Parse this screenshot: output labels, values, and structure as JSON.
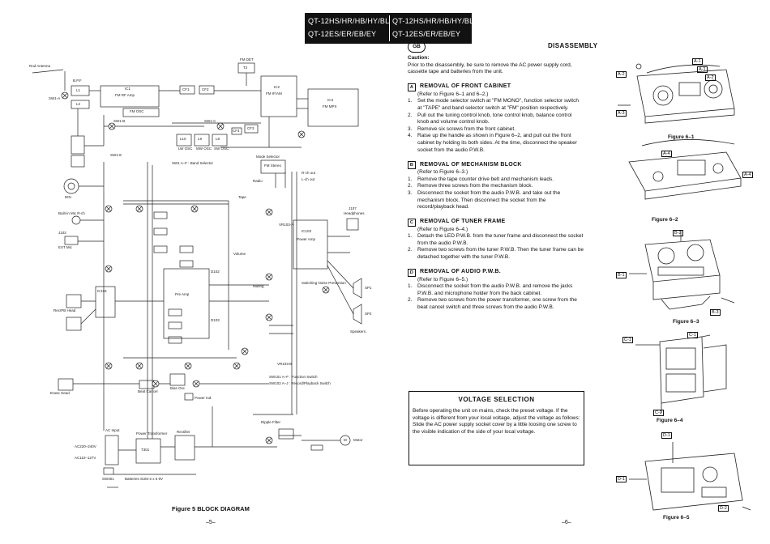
{
  "header": {
    "models_left_1": "QT-12HS/HR/HB/HY/BL",
    "models_left_2": "QT-12ES/ER/EB/EY",
    "models_right_1": "QT-12HS/HR/HB/HY/BL",
    "models_right_2": "QT-12ES/ER/EB/EY"
  },
  "block_diagram": {
    "caption": "Figure 5 BLOCK DIAGRAM",
    "page_number": "–5–",
    "labels": {
      "rod_antenna": "Rod Antenna",
      "bpf": "B.P.F",
      "l1": "L1",
      "l2": "L2",
      "ic1": "IC1",
      "fm_rf_amp": "FM RF Amp",
      "fm_osc": "FM OSC",
      "fm_det": "FM DET",
      "t2": "T2",
      "ic2": "IC2",
      "fm_if_am": "FM IF/AM",
      "ic3": "IC3",
      "fm_mpx": "FM MPX",
      "cf1": "CF1",
      "cf2": "CF2",
      "cf3": "CF3",
      "cf4": "CF4",
      "sw1a": "SW1-A",
      "sw1b": "SW1-B",
      "sw1c": "SW1-C",
      "sw1e": "SW1-E",
      "l10": "L10",
      "l9": "L9",
      "l8": "L8",
      "lw_osc": "LW OSC",
      "mw_osc": "MW OSC",
      "sw_osc": "SW OSC",
      "band_selector": "SW1 A–F : Band Selector",
      "mode_selector": "Mode Selector",
      "fm_stereo": "FM Stereo",
      "r_ch_out": "R-ch out",
      "l_ch_out": "L-ch out",
      "tape": "Tape",
      "radio": "Radio",
      "din": "DIN",
      "built_in_mic_r": "Built-in Mic R-ch",
      "ext_mic": "EXT Mic",
      "j102": "J102",
      "erase_head": "Erase Head",
      "rec_pb_head": "Rec/PB Head",
      "ic101": "IC101",
      "pre_amp": "Pre Amp",
      "ic103": "IC103",
      "power_amp": "Power Amp",
      "j107": "J107",
      "headphones": "Headphones",
      "speakers": "Speakers",
      "sp1": "SP1",
      "sp2": "SP2",
      "volume": "Volume",
      "vr103a": "VR103-A",
      "vr103b": "VR103-B",
      "muting": "Muting",
      "switching_noise_prevention": "Switching Noise Prevention",
      "beat_cancel": "Beat Cancel",
      "bias_osc": "Bias Osc",
      "sw101": "SW101 A–F : Function Switch",
      "sw102": "SW102 A–J : Record/Playback Switch",
      "ac_input": "AC Input",
      "power_transformer": "Power Transformer",
      "t301": "T301",
      "rectifier": "Rectifier",
      "ac_220_240": "AC220–240V",
      "ac_110_127": "AC110–127V",
      "sw301": "SW301",
      "batteries": "Batteries SUM-2 x 6 9V",
      "ripple_filter": "Ripple Filter",
      "motor": "Motor",
      "m": "M",
      "d102": "D102",
      "d103": "D103",
      "power_ind": "Power Ind."
    }
  },
  "disassembly": {
    "gb_badge": "GB",
    "title": "DISASSEMBLY",
    "caution_heading": "Caution:",
    "caution_text": "Prior to the disassembly, be sure to remove the AC power supply cord, cassette tape and batteries from the unit.",
    "sections": [
      {
        "letter": "A",
        "heading": "REMOVAL OF FRONT CABINET",
        "ref": "(Refer to Figure 6–1 and 6–2.)",
        "steps": [
          {
            "n": "1.",
            "t": "Set the mode selector switch at \"FM MONO\", function selector switch at \"TAPE\" and band selector switch at \"FM\" position respectively."
          },
          {
            "n": "2.",
            "t": "Pull out the tuning control knob, tone control knob, balance control knob and volume control knob."
          },
          {
            "n": "3.",
            "t": "Remove six screws from the front cabinet."
          },
          {
            "n": "4.",
            "t": "Raise up the handle as shown in Figure 6–2, and pull out the front cabinet by holding its both sides. At the time, disconnect the speaker socket from the audio P.W.B."
          }
        ]
      },
      {
        "letter": "B",
        "heading": "REMOVAL OF MECHANISM BLOCK",
        "ref": "(Refer to Figure 6–3.)",
        "steps": [
          {
            "n": "1.",
            "t": "Remove the tape counter drive belt and mechanism leads."
          },
          {
            "n": "2.",
            "t": "Remove three screws from the mechanism block."
          },
          {
            "n": "3.",
            "t": "Disconnect the socket from the audio P.W.B. and take out the mechanism block. Then disconnect the socket from the record/playback head."
          }
        ]
      },
      {
        "letter": "C",
        "heading": "REMOVAL OF TUNER FRAME",
        "ref": "(Refer to Figure 6–4.)",
        "steps": [
          {
            "n": "1.",
            "t": "Detach the LED P.W.B. from the tuner frame and disconnect the socket from the audio P.W.B."
          },
          {
            "n": "2.",
            "t": "Remove two screws from the tuner P.W.B. Then the tuner frame can be detached together with the tuner P.W.B."
          }
        ]
      },
      {
        "letter": "D",
        "heading": "REMOVAL OF AUDIO P.W.B.",
        "ref": "(Refer to Figure 6–5.)",
        "steps": [
          {
            "n": "1.",
            "t": "Disconnect the socket from the audio P.W.B. and remove the jacks P.W.B. and microphone holder from the back cabinet."
          },
          {
            "n": "2.",
            "t": "Remove two screws from the power transformer, one screw from the beat cancel switch and three screws from the audio P.W.B."
          }
        ]
      }
    ],
    "page_number": "–6–"
  },
  "voltage_selection": {
    "title": "VOLTAGE SELECTION",
    "body": "Before operating the unit on mains, check the preset voltage. If the voltage is different from your local voltage, adjust the voltage as follows: Slide the AC power supply socket cover by a little loosing one screw to the visible indication of the side of your local voltage."
  },
  "figures": {
    "fig61": "Figure 6–1",
    "fig62": "Figure 6–2",
    "fig63": "Figure 6–3",
    "fig64": "Figure 6–4",
    "fig65": "Figure 6–5",
    "tags": {
      "a1": "A-1",
      "a1b": "A-1",
      "a2": "A-2",
      "a2b": "A-2",
      "a3": "A-3",
      "a4a": "A-4",
      "a4b": "A-4",
      "b1": "B-1",
      "b2": "B-2",
      "b3": "B-3",
      "c1a": "C-1",
      "c1b": "C-1",
      "c2": "C-2",
      "d1": "D-1",
      "d1b": "D-1",
      "d2": "D-2"
    }
  }
}
